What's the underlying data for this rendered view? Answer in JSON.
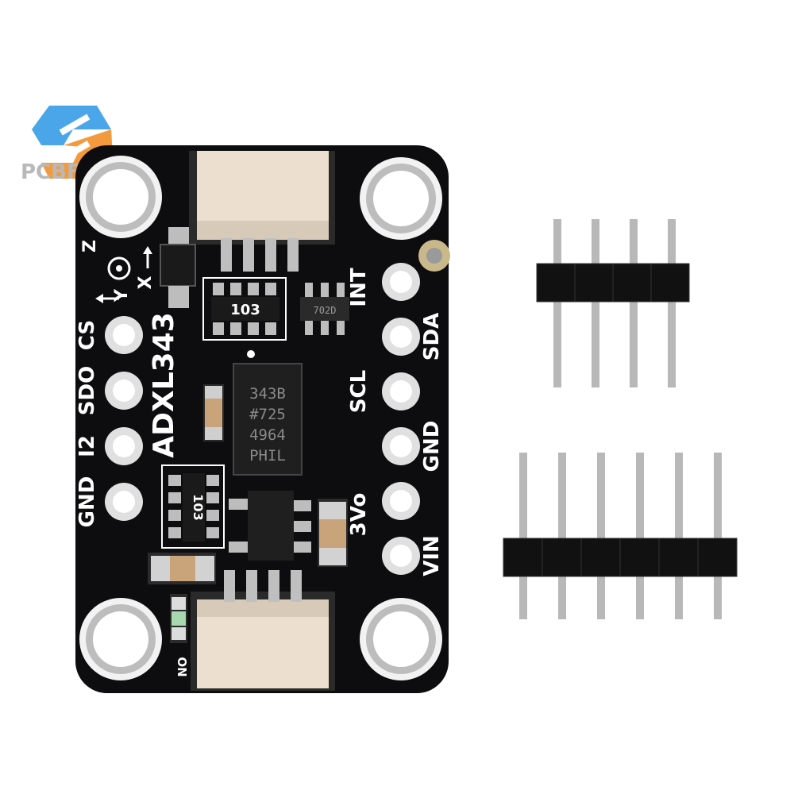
{
  "watermark": {
    "brand": "PCBFUN",
    "logo_color": "#4aa6e8",
    "logo_accent": "#f29a3c"
  },
  "board": {
    "color": "#0d0d0f",
    "chip_name": "ADXL343",
    "axis_labels": {
      "z": "Z",
      "y": "Y",
      "x": "X"
    },
    "pins_left": [
      "CS",
      "SDO",
      "I2",
      "GND"
    ],
    "pins_right": [
      "INT",
      "SDA",
      "SCL",
      "GND",
      "3Vo",
      "VIN"
    ],
    "main_chip_lines": [
      "343B",
      "#725",
      "4964",
      "PHIL"
    ],
    "resistor_top": "103",
    "resistor_left": "103",
    "small_ic": "702D",
    "led_label": "ON"
  },
  "headers": {
    "short_pin_count": 4,
    "long_pin_count": 6
  }
}
